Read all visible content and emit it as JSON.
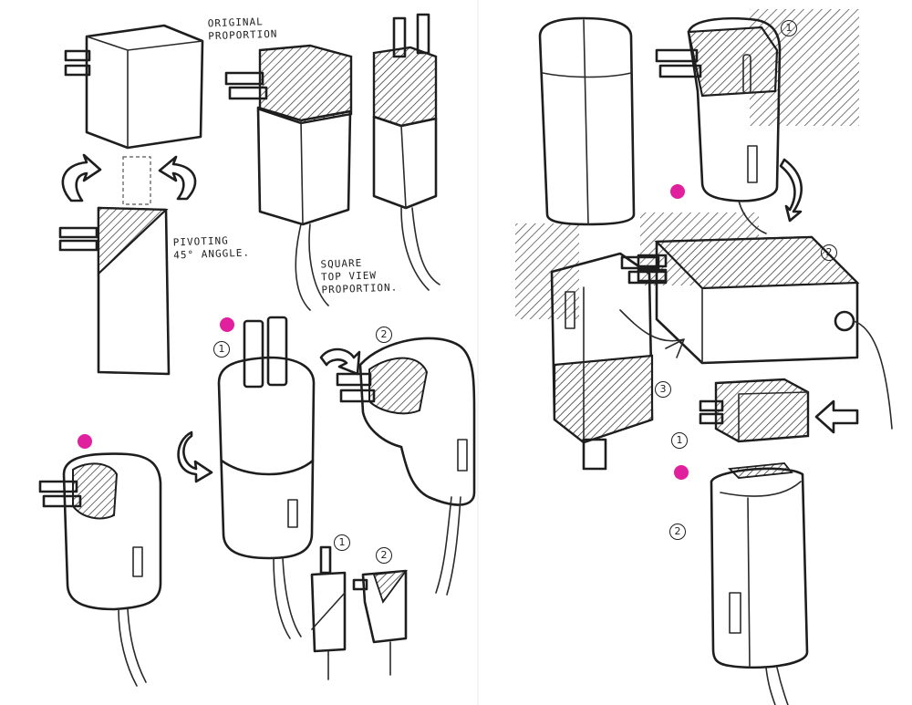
{
  "notes": {
    "original_proportion_line1": "ORIGINAL",
    "original_proportion_line2": "PROPORTION",
    "pivoting_line1": "PIVOTING",
    "pivoting_line2": "45° ANGGLE.",
    "square_line1": "SQUARE",
    "square_line2": "TOP VIEW",
    "square_line3": "PROPORTION."
  },
  "markers": {
    "one": "1",
    "two": "2",
    "three": "3"
  },
  "colors": {
    "accent_dot": "#e0209c",
    "ink": "#1e1e1e",
    "hatch_block": "#bdbdbd"
  }
}
